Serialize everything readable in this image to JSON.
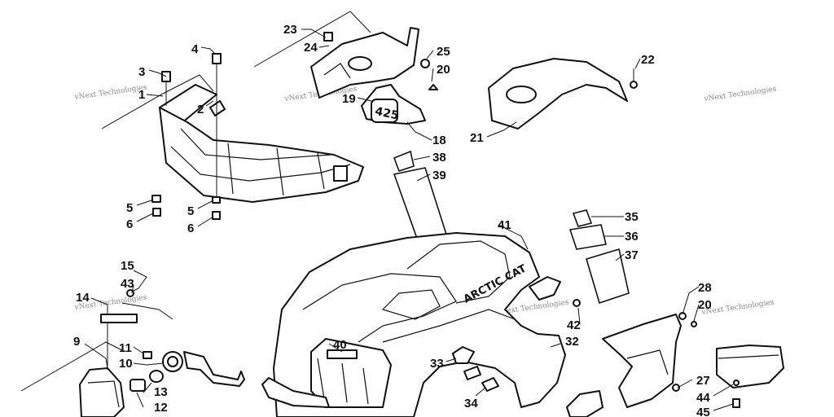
{
  "watermark": "vNext Technologies",
  "decals": {
    "model_badge": "425",
    "brand_logo": "ARCTIC CAT"
  },
  "callouts": [
    {
      "id": "c1",
      "label": "1"
    },
    {
      "id": "c2",
      "label": "2"
    },
    {
      "id": "c3",
      "label": "3"
    },
    {
      "id": "c4",
      "label": "4"
    },
    {
      "id": "c5a",
      "label": "5"
    },
    {
      "id": "c5b",
      "label": "5"
    },
    {
      "id": "c6a",
      "label": "6"
    },
    {
      "id": "c6b",
      "label": "6"
    },
    {
      "id": "c9",
      "label": "9"
    },
    {
      "id": "c10",
      "label": "10"
    },
    {
      "id": "c11",
      "label": "11"
    },
    {
      "id": "c12",
      "label": "12"
    },
    {
      "id": "c13",
      "label": "13"
    },
    {
      "id": "c14",
      "label": "14"
    },
    {
      "id": "c15",
      "label": "15"
    },
    {
      "id": "c18",
      "label": "18"
    },
    {
      "id": "c19",
      "label": "19"
    },
    {
      "id": "c20a",
      "label": "20"
    },
    {
      "id": "c20b",
      "label": "20"
    },
    {
      "id": "c21",
      "label": "21"
    },
    {
      "id": "c22",
      "label": "22"
    },
    {
      "id": "c23",
      "label": "23"
    },
    {
      "id": "c24",
      "label": "24"
    },
    {
      "id": "c25",
      "label": "25"
    },
    {
      "id": "c27",
      "label": "27"
    },
    {
      "id": "c28",
      "label": "28"
    },
    {
      "id": "c32",
      "label": "32"
    },
    {
      "id": "c33",
      "label": "33"
    },
    {
      "id": "c34",
      "label": "34"
    },
    {
      "id": "c35",
      "label": "35"
    },
    {
      "id": "c36",
      "label": "36"
    },
    {
      "id": "c37",
      "label": "37"
    },
    {
      "id": "c38",
      "label": "38"
    },
    {
      "id": "c39",
      "label": "39"
    },
    {
      "id": "c40",
      "label": "40"
    },
    {
      "id": "c41",
      "label": "41"
    },
    {
      "id": "c42",
      "label": "42"
    },
    {
      "id": "c43",
      "label": "43"
    },
    {
      "id": "c44",
      "label": "44"
    },
    {
      "id": "c45",
      "label": "45"
    }
  ]
}
